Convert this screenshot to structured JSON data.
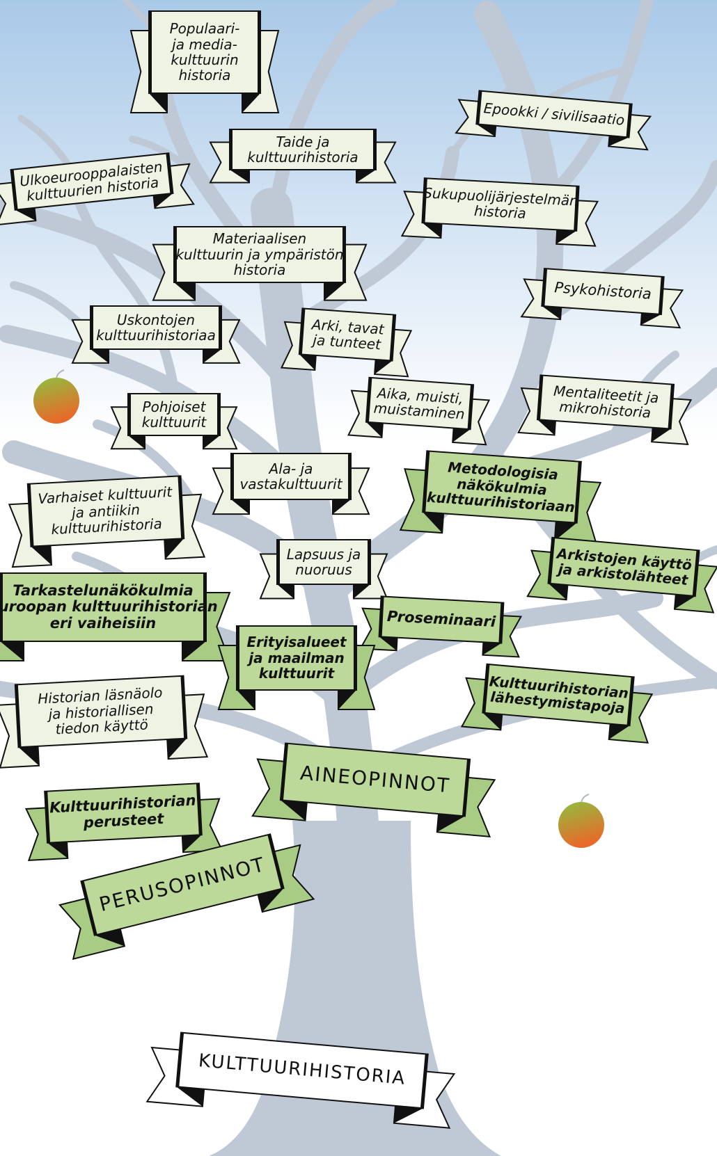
{
  "colors": {
    "sky_top": "#a9c9e8",
    "sky_bottom": "#ffffff",
    "tree": "#bfc9d6",
    "ribbon_light": "#eef3e3",
    "ribbon_green": "#bcd99a",
    "ribbon_green_dark": "#a9cc85",
    "ribbon_white": "#ffffff",
    "outline": "#111111",
    "apple_top": "#8fbf3f",
    "apple_bottom": "#e86a2a"
  },
  "title_banner": {
    "label": [
      "KULTTUURIHISTORIA"
    ]
  },
  "level_banners": [
    {
      "id": "perusopinnot",
      "label": [
        "PERUSOPINNOT"
      ]
    },
    {
      "id": "aineopinnot",
      "label": [
        "AINEOPINNOT"
      ]
    }
  ],
  "courses": [
    {
      "id": "populaari",
      "label": [
        "Populaari-",
        "ja media-",
        "kulttuurin",
        "historia"
      ],
      "style": "light"
    },
    {
      "id": "epookki",
      "label": [
        "Epookki / sivilisaatio"
      ],
      "style": "light"
    },
    {
      "id": "taide",
      "label": [
        "Taide ja",
        "kulttuurihistoria"
      ],
      "style": "light"
    },
    {
      "id": "ulkoeurooppalaisten",
      "label": [
        "Ulkoeurooppalaisten",
        "kulttuurien historia"
      ],
      "style": "light"
    },
    {
      "id": "sukupuoli",
      "label": [
        "Sukupuolijärjestelmän",
        "historia"
      ],
      "style": "light"
    },
    {
      "id": "materiaalisen",
      "label": [
        "Materiaalisen",
        "kulttuurin ja ympäristön",
        "historia"
      ],
      "style": "light"
    },
    {
      "id": "psykohistoria",
      "label": [
        "Psykohistoria"
      ],
      "style": "light"
    },
    {
      "id": "uskontojen",
      "label": [
        "Uskontojen",
        "kulttuurihistoriaa"
      ],
      "style": "light"
    },
    {
      "id": "arki",
      "label": [
        "Arki, tavat",
        "ja tunteet"
      ],
      "style": "light"
    },
    {
      "id": "aika",
      "label": [
        "Aika, muisti,",
        "muistaminen"
      ],
      "style": "light"
    },
    {
      "id": "mentaliteetit",
      "label": [
        "Mentaliteetit ja",
        "mikrohistoria"
      ],
      "style": "light"
    },
    {
      "id": "pohjoiset",
      "label": [
        "Pohjoiset",
        "kulttuurit"
      ],
      "style": "light"
    },
    {
      "id": "ala",
      "label": [
        "Ala- ja",
        "vastakulttuurit"
      ],
      "style": "light"
    },
    {
      "id": "metodologisia",
      "label": [
        "Metodologisia",
        "näkökulmia",
        "kulttuurihistoriaan"
      ],
      "style": "green"
    },
    {
      "id": "varhaiset",
      "label": [
        "Varhaiset kulttuurit",
        "ja antiikin",
        "kulttuurihistoria"
      ],
      "style": "light"
    },
    {
      "id": "lapsuus",
      "label": [
        "Lapsuus ja",
        "nuoruus"
      ],
      "style": "light"
    },
    {
      "id": "arkistojen",
      "label": [
        "Arkistojen käyttö",
        "ja arkistolähteet"
      ],
      "style": "green"
    },
    {
      "id": "tarkastelu",
      "label": [
        "Tarkastelunäkökulmia",
        "Euroopan kulttuurihistorian",
        "eri vaiheisiin"
      ],
      "style": "green"
    },
    {
      "id": "proseminaari",
      "label": [
        "Proseminaari"
      ],
      "style": "green"
    },
    {
      "id": "erityisalueet",
      "label": [
        "Erityisalueet",
        "ja maailman",
        "kulttuurit"
      ],
      "style": "green"
    },
    {
      "id": "historian",
      "label": [
        "Historian läsnäolo",
        "ja historiallisen",
        "tiedon käyttö"
      ],
      "style": "light"
    },
    {
      "id": "lahestymistapoja",
      "label": [
        "Kulttuurihistorian",
        "lähestymistapoja"
      ],
      "style": "green"
    },
    {
      "id": "perusteet",
      "label": [
        "Kulttuurihistorian",
        "perusteet"
      ],
      "style": "green"
    }
  ],
  "apples": [
    {
      "id": "apple-left"
    },
    {
      "id": "apple-right"
    }
  ]
}
